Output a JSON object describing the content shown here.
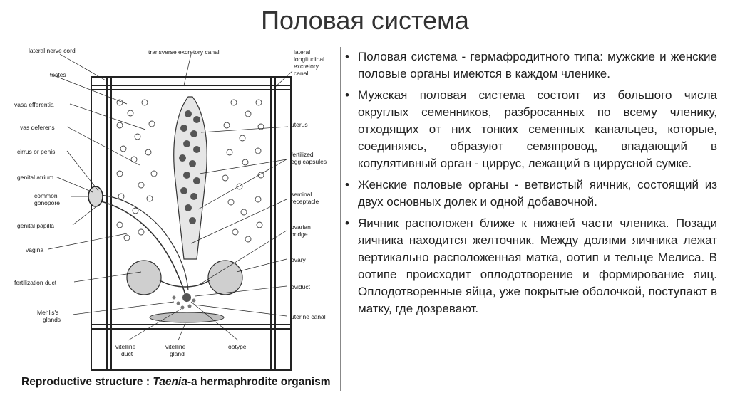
{
  "slide": {
    "title": "Половая система"
  },
  "figure": {
    "labels": {
      "lateral_nerve_cord": "lateral nerve cord",
      "transverse_excretory_canal": "transverse excretory canal",
      "lateral_longitudinal_excretory_canal_1": "lateral",
      "lateral_longitudinal_excretory_canal_2": "longitudinal",
      "lateral_longitudinal_excretory_canal_3": "excretory",
      "lateral_longitudinal_excretory_canal_4": "canal",
      "testes": "testes",
      "vasa_efferentia": "vasa efferentia",
      "vas_deferens": "vas deferens",
      "cirrus_or_penis": "cirrus or penis",
      "genital_atrium": "genital atrium",
      "common_gonopore_1": "common",
      "common_gonopore_2": "gonopore",
      "genital_papilla": "genital papilla",
      "vagina": "vagina",
      "fertilization_duct": "fertilization duct",
      "mehlis_glands_1": "Mehlis's",
      "mehlis_glands_2": "glands",
      "uterus": "uterus",
      "fertilized_egg_capsules_1": "fertilized",
      "fertilized_egg_capsules_2": "egg capsules",
      "seminal_receptacle_1": "seminal",
      "seminal_receptacle_2": "receptacle",
      "ovarian_bridge_1": "ovarian",
      "ovarian_bridge_2": "bridge",
      "ovary": "ovary",
      "oviduct": "oviduct",
      "uterine_canal": "uterine canal",
      "vitelline_duct_1": "vitelline",
      "vitelline_duct_2": "duct",
      "vitelline_gland_1": "vitelline",
      "vitelline_gland_2": "gland",
      "ootype": "ootype"
    },
    "caption_prefix": "Reproductive structure : ",
    "caption_italic": "Taenia",
    "caption_suffix": "-a hermaphrodite organism"
  },
  "bullets": [
    "Половая система - гермафродитного типа: мужские и женские половые органы имеются в каждом членике.",
    "Мужская половая система состоит из большого числа округлых семенников, разбросанных по всему членику, отходящих от них тонких семенных канальцев, которые, соединяясь, образуют семяпровод, впадающий в копулятивный орган - циррус, лежащий в циррусной сумке.",
    "Женские половые органы - ветвистый яичник, состоящий из двух основных долек и одной добавочной.",
    "Яичник расположен ближе к нижней части членика. Позади яичника находится желточник. Между долями яичника лежат вертикально расположенная матка, оотип и тельце Мелиса. В оотипе происходит оплодотворение и формирование яиц. Оплодотворенные яйца, уже покрытые оболочкой, поступают в матку, где дозревают."
  ],
  "bullet_glyph": "•"
}
